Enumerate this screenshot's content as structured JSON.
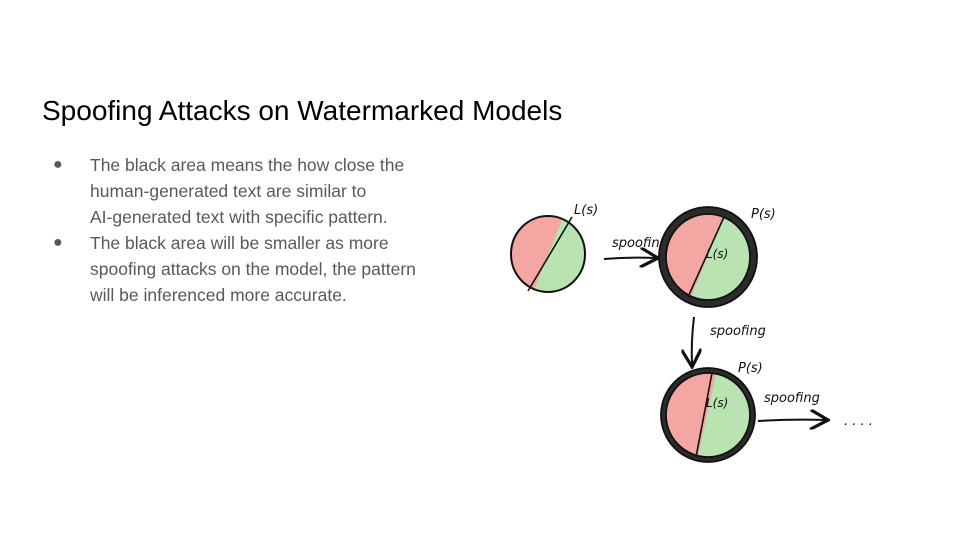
{
  "slide": {
    "title": "Spoofing Attacks on Watermarked Models",
    "bullets": [
      {
        "lines": [
          "The black area means the how close the",
          "human-generated text are similar to",
          "AI-generated text with specific pattern."
        ]
      },
      {
        "lines": [
          "The black area will be smaller as more",
          "spoofing attacks on the model, the pattern",
          "will be inferenced more accurate."
        ]
      }
    ]
  },
  "diagram": {
    "colors": {
      "red_half": "#f4a6a2",
      "green_half": "#b9e3b0",
      "black_ring": "#2b2b2b",
      "outline": "#111111"
    },
    "labels": {
      "ls_1": "L(s)",
      "ps_1": "P(s)",
      "ls_in_1": "L(s)",
      "ps_2": "P(s)",
      "ls_in_2": "L(s)",
      "spoofing_1": "spoofing",
      "spoofing_2": "spoofing",
      "spoofing_3": "spoofing",
      "ellipsis": ". . . ."
    }
  }
}
